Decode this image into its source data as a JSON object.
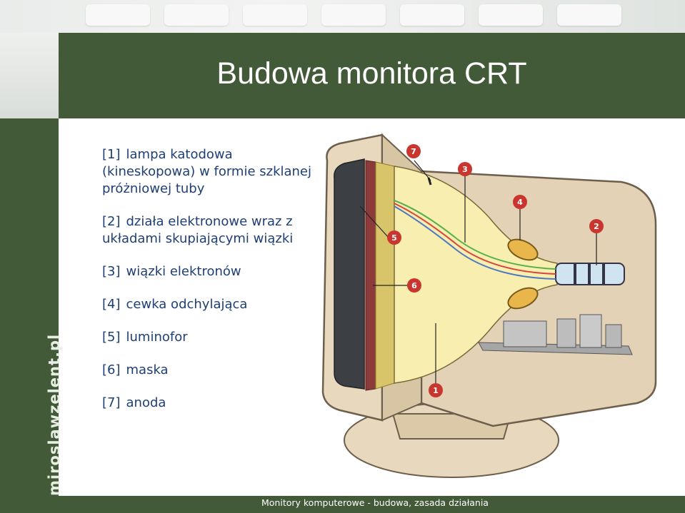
{
  "title": "Budowa monitora CRT",
  "brand": "miroslawzelent.pl",
  "footer": "Monitory komputerowe - budowa, zasada działania",
  "legend": [
    {
      "num": "[1]",
      "text": "lampa katodowa (kineskopowa) w formie szklanej próżniowej tuby"
    },
    {
      "num": "[2]",
      "text": "działa elektronowe wraz z układami skupiającymi wiązki"
    },
    {
      "num": "[3]",
      "text": "wiązki elektronów"
    },
    {
      "num": "[4]",
      "text": "cewka odchylająca"
    },
    {
      "num": "[5]",
      "text": "luminofor"
    },
    {
      "num": "[6]",
      "text": "maska"
    },
    {
      "num": "[7]",
      "text": "anoda"
    }
  ],
  "callouts": [
    "7",
    "3",
    "4",
    "2",
    "5",
    "6",
    "1"
  ],
  "colors": {
    "band": "#435a38",
    "legend_text": "#1f3f73",
    "callout_badge": "#c8362f",
    "tube": "#f7eeb0",
    "housing": "#e3d2b6",
    "beam_red": "#d8443a",
    "beam_green": "#59b04b",
    "beam_blue": "#4d79c0"
  }
}
